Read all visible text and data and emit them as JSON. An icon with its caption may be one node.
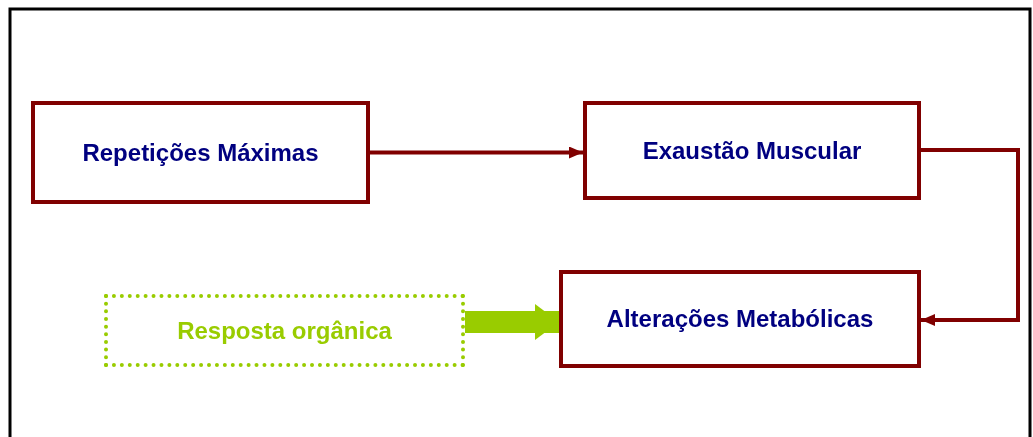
{
  "diagram": {
    "nodes": [
      {
        "text": [
          "Repetições Máximas"
        ]
      },
      {
        "text": [
          "Exaustão Muscular"
        ]
      },
      {
        "text": [
          "Resposta orgânica"
        ]
      },
      {
        "text": [
          "Alterações Metabólicas"
        ]
      }
    ],
    "edges": [
      {
        "from": 0,
        "to": 1,
        "arrow": "to"
      },
      {
        "from": 1,
        "to": 3,
        "arrow": "to"
      },
      {
        "from": 2,
        "to": 3,
        "arrow": "to",
        "style": "thick",
        "color": "#99cc00"
      }
    ]
  }
}
